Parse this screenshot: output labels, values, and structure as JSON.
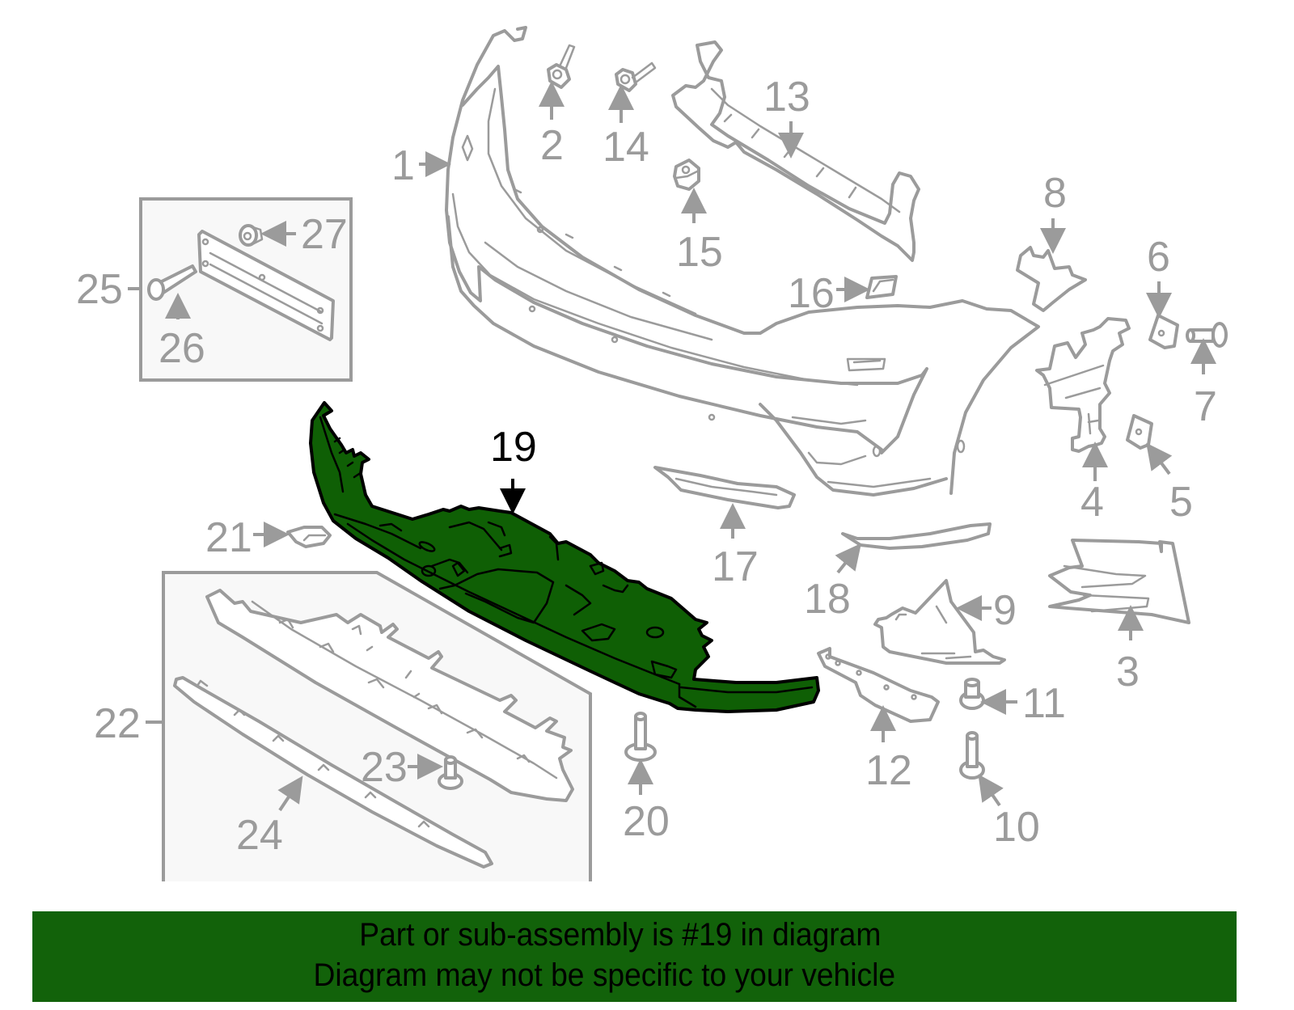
{
  "diagram": {
    "title": "Front bumper assembly exploded view",
    "highlighted_part": "19",
    "colors": {
      "part_stroke": "#9b9b9b",
      "highlight_fill": "#0f5f05",
      "highlight_stroke": "#000000",
      "inset_box_fill": "#f8f8f8",
      "banner_bg": "#12620a"
    },
    "callouts": {
      "c1": "1",
      "c2": "2",
      "c3": "3",
      "c4": "4",
      "c5": "5",
      "c6": "6",
      "c7": "7",
      "c8": "8",
      "c9": "9",
      "c10": "10",
      "c11": "11",
      "c12": "12",
      "c13": "13",
      "c14": "14",
      "c15": "15",
      "c16": "16",
      "c17": "17",
      "c18": "18",
      "c19": "19",
      "c20": "20",
      "c21": "21",
      "c22": "22",
      "c23": "23",
      "c24": "24",
      "c25": "25",
      "c26": "26",
      "c27": "27"
    }
  },
  "banner": {
    "line1": "Part or sub-assembly is #19 in diagram",
    "line2": "Diagram may not be specific to your vehicle"
  }
}
